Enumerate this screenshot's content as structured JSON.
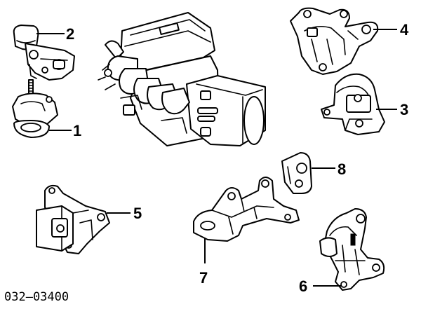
{
  "diagram": {
    "drawing_code": "032–03400",
    "callouts": [
      "1",
      "2",
      "3",
      "4",
      "5",
      "6",
      "7",
      "8"
    ]
  }
}
